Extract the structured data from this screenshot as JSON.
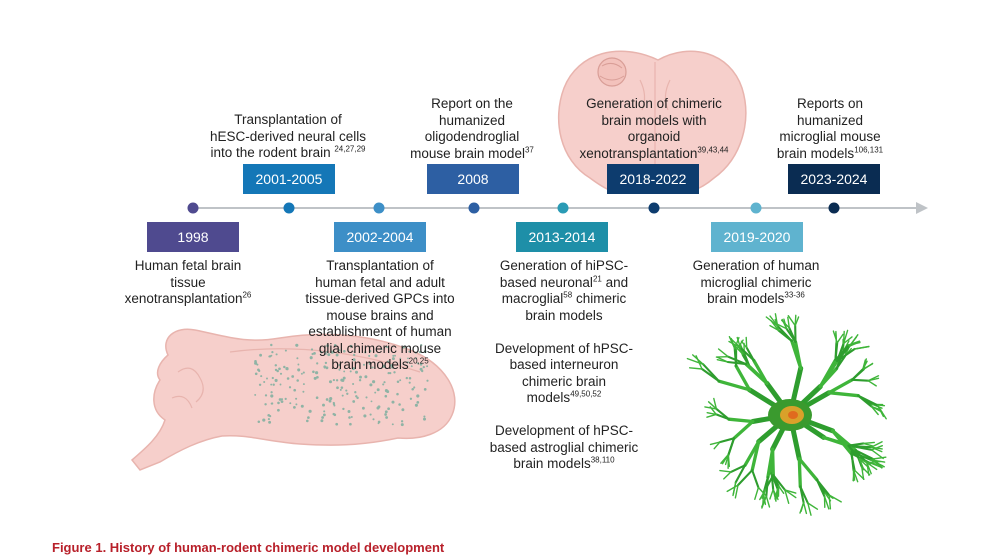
{
  "colors": {
    "timeline_line": "#bfc3c7",
    "brain_fill": "#f6cfcb",
    "microglia": "#2e9d2e",
    "caption": "#b8202a"
  },
  "events": [
    {
      "date": "1998",
      "color": "#4f4a8f",
      "lines": [
        {
          "t": "Human fetal brain"
        },
        {
          "t": "tissue"
        },
        {
          "t": "xenotransplantation",
          "s": "26"
        }
      ]
    },
    {
      "date": "2001-2005",
      "color": "#1477b7",
      "lines": [
        {
          "t": "Transplantation of"
        },
        {
          "t": "hESC-derived neural cells"
        },
        {
          "t": "into the rodent brain ",
          "s": "24,27,29"
        }
      ]
    },
    {
      "date": "2002-2004",
      "color": "#3d8fc7",
      "lines": [
        {
          "t": "Transplantation of"
        },
        {
          "t": "human fetal and adult"
        },
        {
          "t": "tissue-derived GPCs into"
        },
        {
          "t": "mouse brains and"
        },
        {
          "t": "establishment of human"
        },
        {
          "t": "glial chimeric mouse"
        },
        {
          "t": "brain models",
          "s": "20,25"
        }
      ]
    },
    {
      "date": "2008",
      "color": "#2d5fa3",
      "lines": [
        {
          "t": "Report on the"
        },
        {
          "t": "humanized"
        },
        {
          "t": "oligodendroglial"
        },
        {
          "t": "mouse brain model",
          "s": "37"
        }
      ]
    },
    {
      "date": "2013-2014",
      "color": "#1e8fa8",
      "lines": [
        {
          "t": "Generation of hiPSC-"
        },
        {
          "t": "based neuronal",
          "s": "21",
          "t2": " and"
        },
        {
          "t": "macroglial",
          "s": "58",
          "t2": " chimeric"
        },
        {
          "t": "brain models"
        },
        {
          "t": ""
        },
        {
          "t": "Development of hPSC-"
        },
        {
          "t": "based interneuron"
        },
        {
          "t": "chimeric brain"
        },
        {
          "t": "models",
          "s": "49,50,52"
        },
        {
          "t": ""
        },
        {
          "t": "Development of hPSC-"
        },
        {
          "t": "based astroglial chimeric"
        },
        {
          "t": "brain models",
          "s": "38,110"
        }
      ]
    },
    {
      "date": "2018-2022",
      "color": "#0d3c6e",
      "lines": [
        {
          "t": "Generation of chimeric"
        },
        {
          "t": "brain models with"
        },
        {
          "t": "organoid"
        },
        {
          "t": "xenotransplantation",
          "s": "39,43,44"
        }
      ]
    },
    {
      "date": "2019-2020",
      "color": "#5fb3cf",
      "lines": [
        {
          "t": "Generation of human"
        },
        {
          "t": "microglial chimeric"
        },
        {
          "t": "brain models",
          "s": "33-36"
        }
      ]
    },
    {
      "date": "2023-2024",
      "color": "#0a2c52",
      "lines": [
        {
          "t": "Reports on"
        },
        {
          "t": "humanized"
        },
        {
          "t": "microglial mouse"
        },
        {
          "t": "brain models",
          "s": "106,131"
        }
      ]
    }
  ],
  "caption": "Figure 1.  History of human-rodent chimeric model development"
}
